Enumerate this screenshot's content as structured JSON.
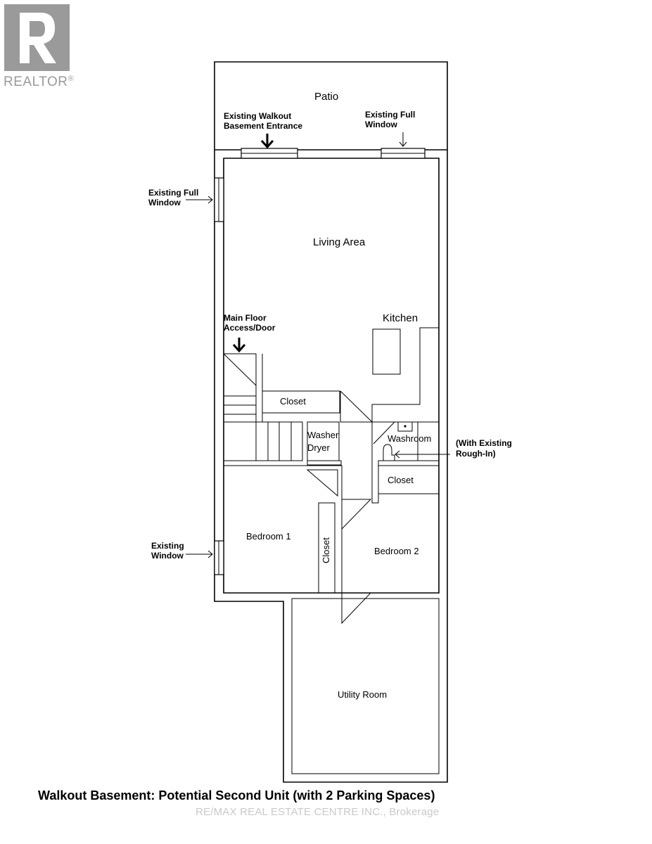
{
  "logo": {
    "brand": "REALTOR",
    "mark": "®",
    "icon": "realtor-r-logo"
  },
  "rooms": {
    "patio": "Patio",
    "living_area": "Living Area",
    "kitchen": "Kitchen",
    "closet_hall": "Closet",
    "washer": "Washer",
    "dryer": "Dryer",
    "washroom": "Washroom",
    "closet_bed2": "Closet",
    "bedroom1": "Bedroom 1",
    "closet_bed1": "Closet",
    "bedroom2": "Bedroom 2",
    "utility_room": "Utility Room"
  },
  "notes": {
    "walkout_entrance": [
      "Existing Walkout",
      "Basement Entrance"
    ],
    "full_window_top": [
      "Existing Full",
      "Window"
    ],
    "full_window_left": [
      "Existing Full",
      "Window"
    ],
    "main_floor_access": [
      "Main Floor",
      "Access/Door"
    ],
    "rough_in": [
      "(With Existing",
      "Rough-In)"
    ],
    "existing_window": [
      "Existing",
      "Window"
    ]
  },
  "caption": "Walkout Basement: Potential Second Unit (with 2 Parking Spaces)",
  "watermark": "RE/MAX REAL ESTATE CENTRE INC., Brokerage"
}
